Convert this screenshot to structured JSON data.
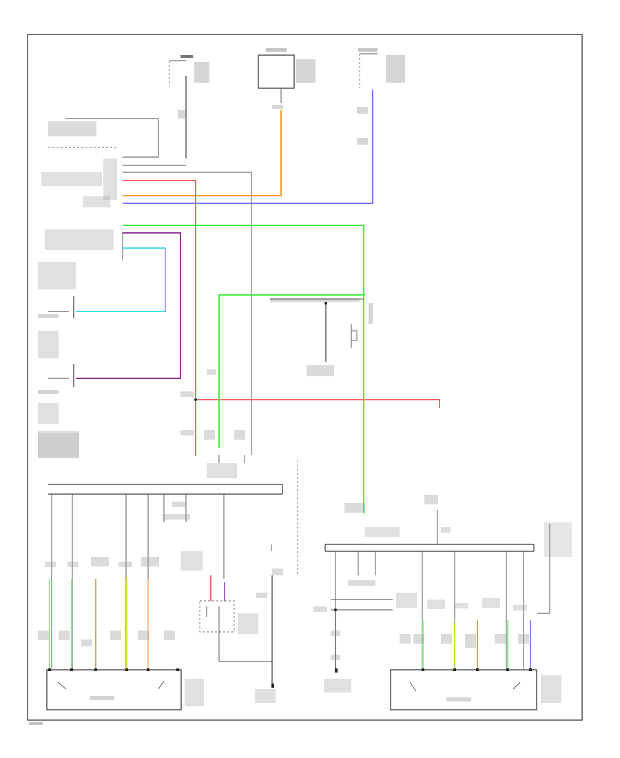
{
  "colors": {
    "orange": "#ff9933",
    "blue": "#6666ff",
    "red": "#ff5555",
    "green": "#33dd33",
    "purple": "#993399",
    "cyan": "#33dddd",
    "yellow": "#dddd33",
    "tan": "#ccaa66",
    "peach": "#ffbb88",
    "light_green": "#88ee88",
    "black": "#222222"
  },
  "icons": [
    "ground-symbol",
    "switch-symbol",
    "connector-pin",
    "splice-dot",
    "motor-symbol"
  ]
}
